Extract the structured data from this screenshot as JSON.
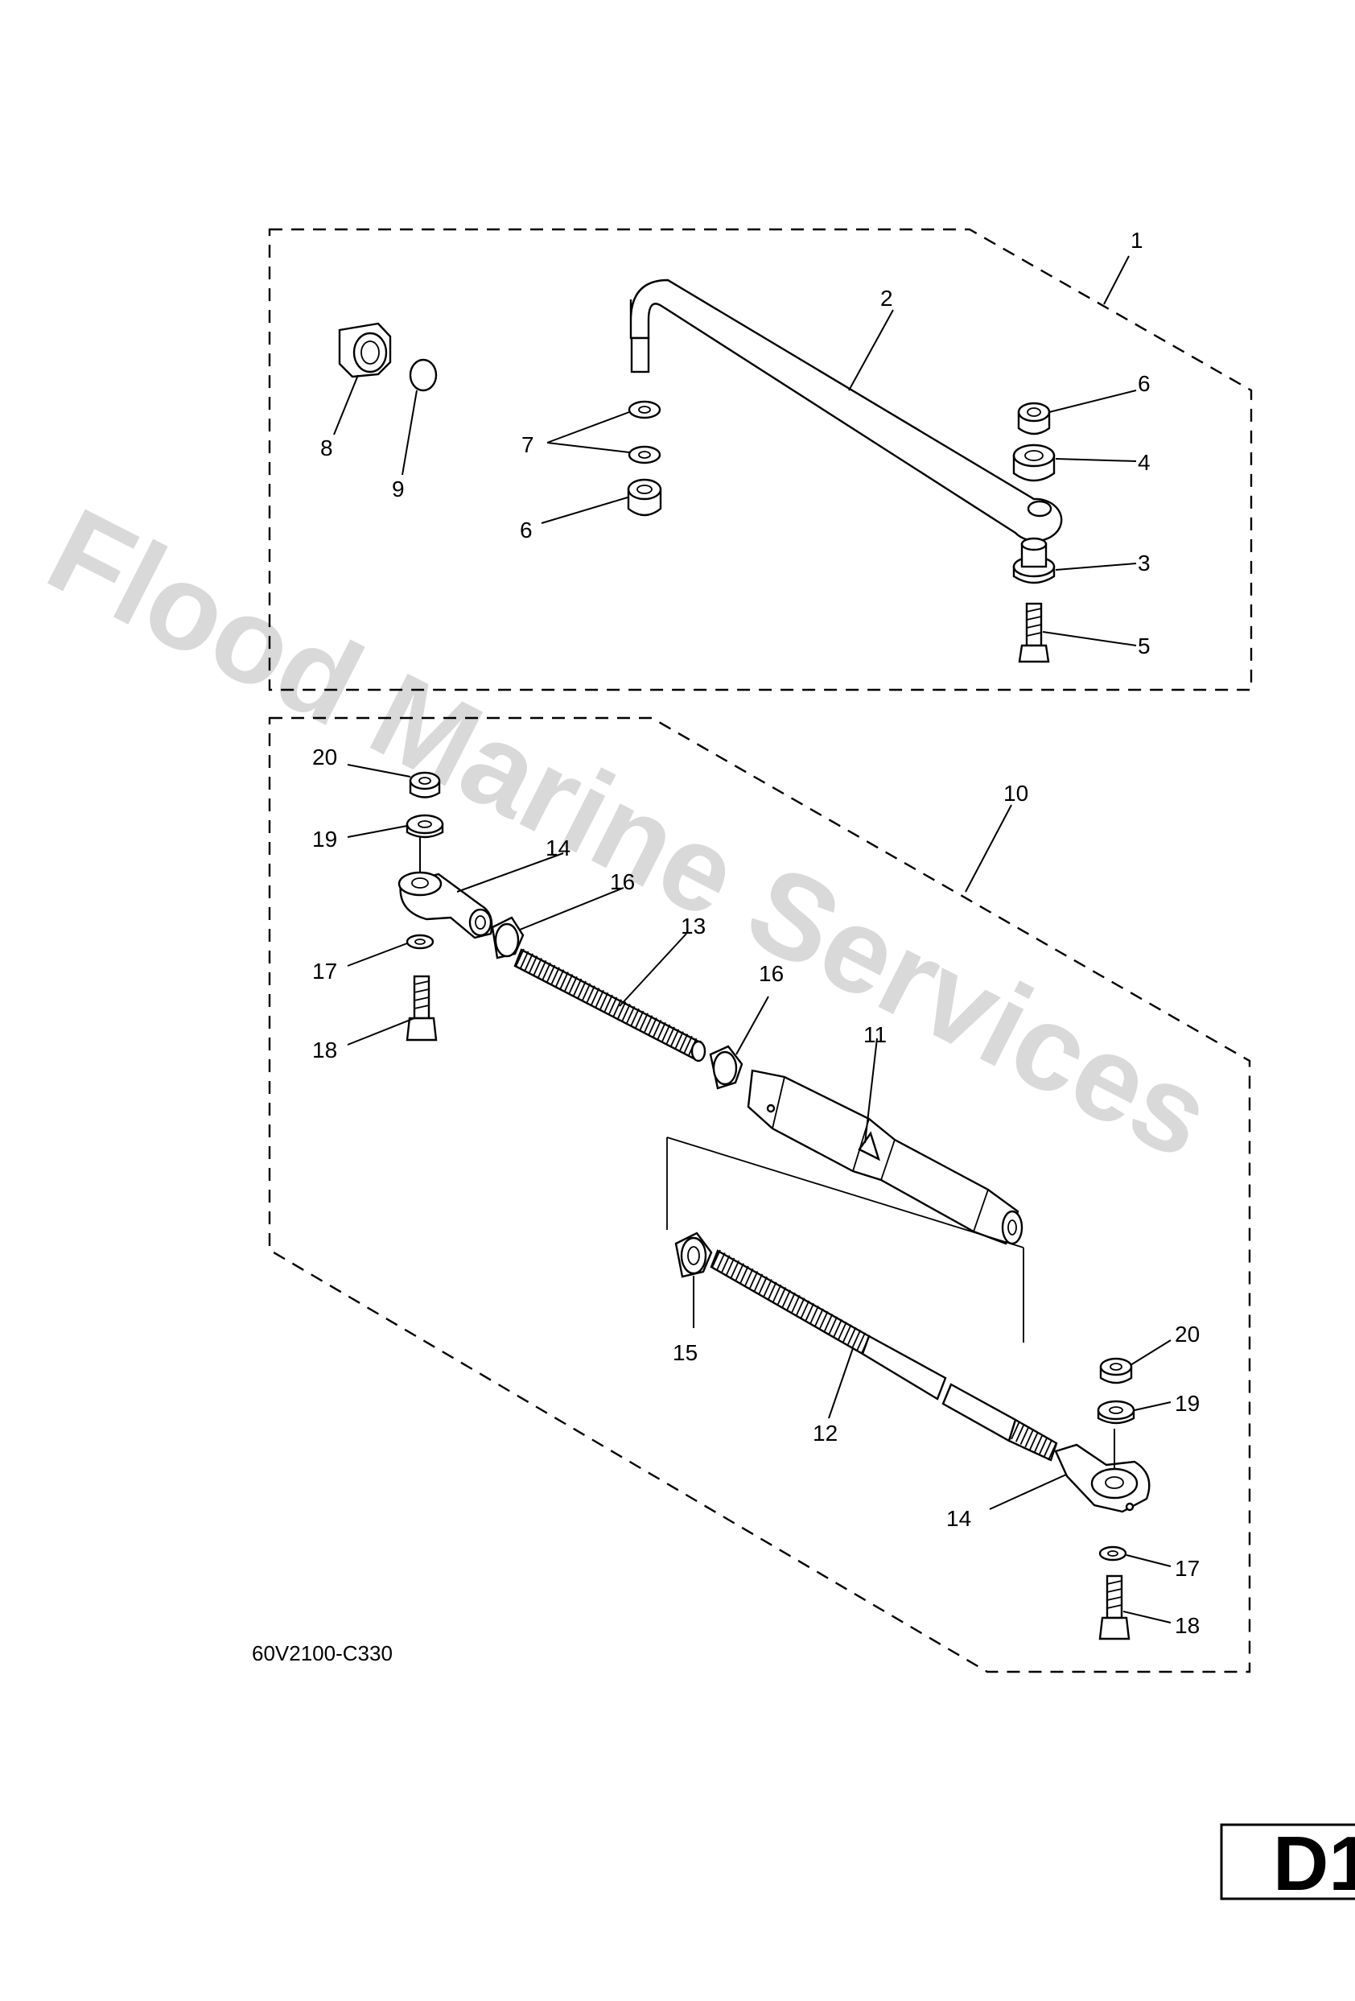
{
  "watermark": "Flood Marine Services",
  "drawing_code": "60V2100-C330",
  "page_tab": "D1",
  "callouts": [
    {
      "id": "c1",
      "label": "1"
    },
    {
      "id": "c2",
      "label": "2"
    },
    {
      "id": "c3",
      "label": "3"
    },
    {
      "id": "c4",
      "label": "4"
    },
    {
      "id": "c5",
      "label": "5"
    },
    {
      "id": "c6a",
      "label": "6"
    },
    {
      "id": "c6b",
      "label": "6"
    },
    {
      "id": "c7",
      "label": "7"
    },
    {
      "id": "c8",
      "label": "8"
    },
    {
      "id": "c9",
      "label": "9"
    },
    {
      "id": "c10",
      "label": "10"
    },
    {
      "id": "c11",
      "label": "11"
    },
    {
      "id": "c12",
      "label": "12"
    },
    {
      "id": "c13",
      "label": "13"
    },
    {
      "id": "c14a",
      "label": "14"
    },
    {
      "id": "c14b",
      "label": "14"
    },
    {
      "id": "c15",
      "label": "15"
    },
    {
      "id": "c16a",
      "label": "16"
    },
    {
      "id": "c16b",
      "label": "16"
    },
    {
      "id": "c17a",
      "label": "17"
    },
    {
      "id": "c17b",
      "label": "17"
    },
    {
      "id": "c18a",
      "label": "18"
    },
    {
      "id": "c18b",
      "label": "18"
    },
    {
      "id": "c19a",
      "label": "19"
    },
    {
      "id": "c19b",
      "label": "19"
    },
    {
      "id": "c20a",
      "label": "20"
    },
    {
      "id": "c20b",
      "label": "20"
    }
  ]
}
